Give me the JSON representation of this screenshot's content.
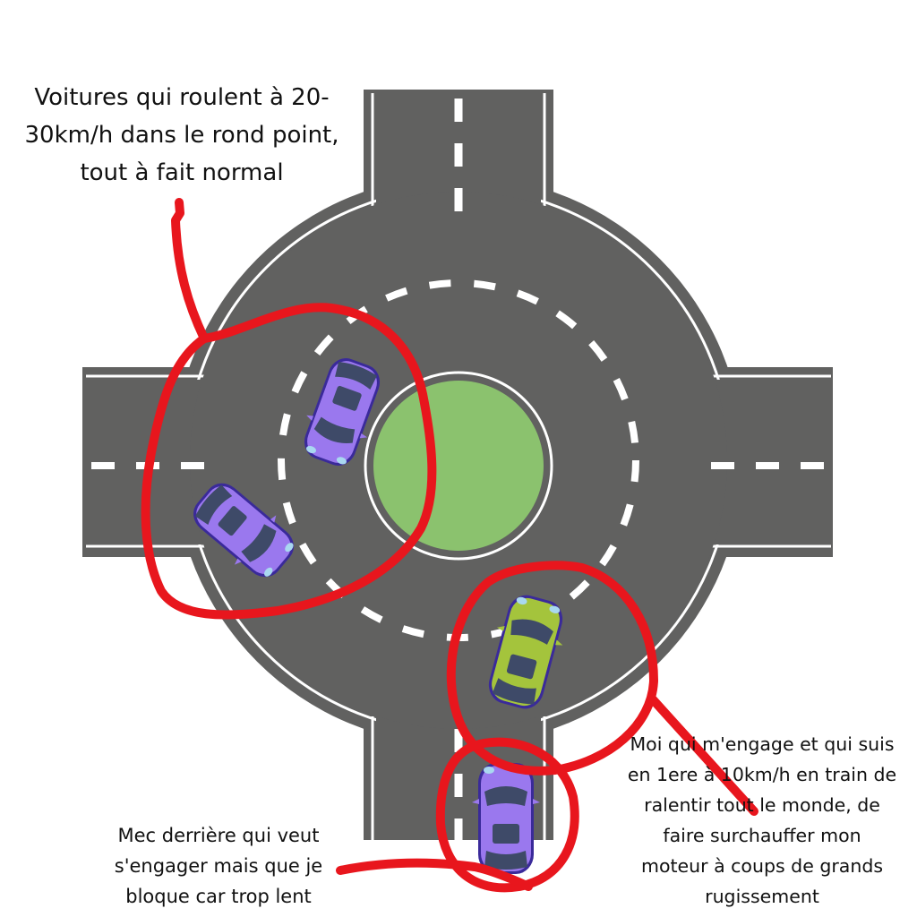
{
  "captions": {
    "top": "Voitures qui roulent à 20-\n30km/h dans le rond point,\ntout à fait normal",
    "right": "Moi qui m'engage et qui suis\nen 1ere à 10km/h en train de\nralentir tout le monde, de\nfaire surchauffer mon\nmoteur à coups de grands\nrugissement",
    "bottom": "Mec derrière qui veut\ns'engager mais que je\nbloque car trop lent"
  },
  "colors": {
    "asphalt": "#616160",
    "marking": "#ffffff",
    "island": "#8bc26e",
    "annotation": "#e8161d",
    "car_purple": "#9a78ee",
    "car_purple_outline": "#6a3ff0",
    "car_green": "#a4c43c",
    "car_glass": "#3e4a68"
  },
  "cars": [
    {
      "id": "roundabout-car-1",
      "color": "purple",
      "heading_deg": 200
    },
    {
      "id": "roundabout-car-2",
      "color": "purple",
      "heading_deg": 130
    },
    {
      "id": "my-car",
      "color": "green",
      "heading_deg": 15
    },
    {
      "id": "car-behind",
      "color": "purple",
      "heading_deg": 0
    }
  ]
}
